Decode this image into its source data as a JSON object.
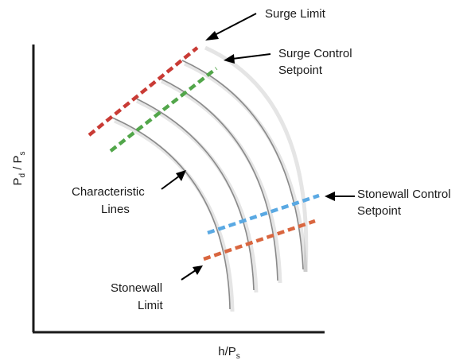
{
  "axes": {
    "x_label_main": "h/P",
    "x_label_sub": "s",
    "y_label_p1": "P",
    "y_label_sub1": "d",
    "y_label_sep": " / P",
    "y_label_sub2": "s"
  },
  "labels": {
    "surge_limit": "Surge Limit",
    "surge_control_line1": "Surge Control",
    "surge_control_line2": "Setpoint",
    "characteristic_line1": "Characteristic",
    "characteristic_line2": "Lines",
    "stonewall_control_line1": "Stonewall Control",
    "stonewall_control_line2": "Setpoint",
    "stonewall_limit_line1": "Stonewall",
    "stonewall_limit_line2": "Limit"
  },
  "colors": {
    "surge_limit": "#c93b35",
    "surge_control": "#52a64a",
    "stonewall_control": "#5aa9e3",
    "stonewall_limit": "#d9663f",
    "curves": "#8a8a8a",
    "axes": "#1a1a1a"
  },
  "curve_count": 5
}
